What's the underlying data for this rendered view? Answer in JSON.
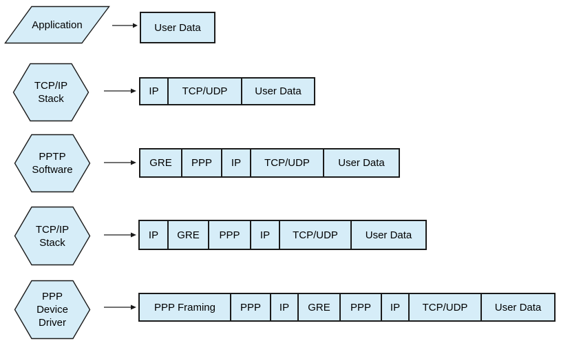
{
  "colors": {
    "background": "#ffffff",
    "shape_fill": "#d6edf8",
    "shape_stroke": "#1a1a1a",
    "text": "#000000"
  },
  "icons": {
    "arrow": "arrow-right-icon"
  },
  "rows": [
    {
      "stage_shape": "parallelogram",
      "stage_lines": [
        "Application"
      ],
      "boxes": [
        "User Data"
      ]
    },
    {
      "stage_shape": "hexagon",
      "stage_lines": [
        "TCP/IP",
        "Stack"
      ],
      "boxes": [
        "IP",
        "TCP/UDP",
        "User Data"
      ]
    },
    {
      "stage_shape": "hexagon",
      "stage_lines": [
        "PPTP",
        "Software"
      ],
      "boxes": [
        "GRE",
        "PPP",
        "IP",
        "TCP/UDP",
        "User Data"
      ]
    },
    {
      "stage_shape": "hexagon",
      "stage_lines": [
        "TCP/IP",
        "Stack"
      ],
      "boxes": [
        "IP",
        "GRE",
        "PPP",
        "IP",
        "TCP/UDP",
        "User Data"
      ]
    },
    {
      "stage_shape": "hexagon",
      "stage_lines": [
        "PPP",
        "Device",
        "Driver"
      ],
      "boxes": [
        "PPP Framing",
        "PPP",
        "IP",
        "GRE",
        "PPP",
        "IP",
        "TCP/UDP",
        "User Data"
      ]
    }
  ]
}
